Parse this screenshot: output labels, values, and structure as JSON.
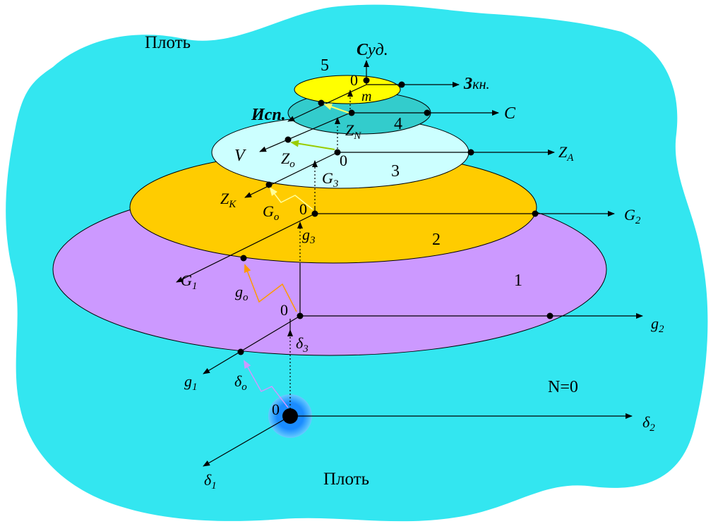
{
  "colors": {
    "background": "#33e6f0",
    "level1": "#cc99ff",
    "level2": "#ffcc00",
    "level3": "#ccffff",
    "level4": "#33cccc",
    "level5": "#ffff00",
    "origin_glow": "#1a8cff",
    "arrow_yellow": "#ffff66",
    "arrow_olive": "#99cc00",
    "arrow_lightyellow": "#ffff99",
    "arrow_orange": "#ff9900",
    "arrow_violet": "#cc99ff"
  },
  "labels": {
    "flesh_top": "Плоть",
    "flesh_bottom": "Плоть",
    "n_zero": "N=0",
    "level_numbers": [
      "1",
      "2",
      "3",
      "4",
      "5"
    ],
    "zero": "0",
    "top_c_bold": "С",
    "top_c_rest": "уд.",
    "zkn_bold": "З",
    "zkn_rest": "кн.",
    "isp_bold": "И",
    "isp_rest": "сп.",
    "m": "m",
    "c": "C",
    "v": "V",
    "zn_main": "Z",
    "zn_sub": "N",
    "zo_main": "Z",
    "zo_sub": "o",
    "za_main": "Z",
    "za_sub": "A",
    "zk_main": "Z",
    "zk_sub": "K",
    "g3_main": "G",
    "g3_sub": "3",
    "go_main": "G",
    "go_sub": "o",
    "g2_main": "G",
    "g2_sub": "2",
    "g1_main": "G",
    "g1_sub": "1",
    "lg3_main": "g",
    "lg3_sub": "3",
    "lgo_main": "g",
    "lgo_sub": "o",
    "lg2_main": "g",
    "lg2_sub": "2",
    "lg1_main": "g",
    "lg1_sub": "1",
    "d3_main": "δ",
    "d3_sub": "3",
    "do_main": "δ",
    "do_sub": "o",
    "d2_main": "δ",
    "d2_sub": "2",
    "d1_main": "δ",
    "d1_sub": "1"
  }
}
